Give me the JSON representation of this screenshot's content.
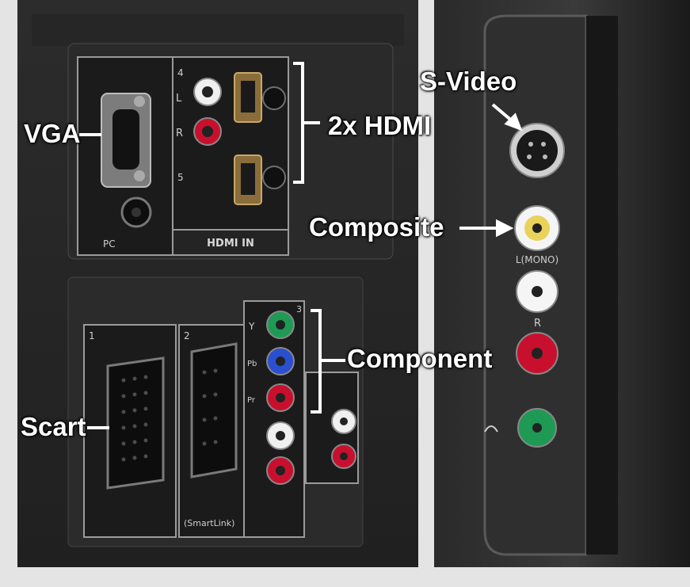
{
  "callouts": {
    "vga": "VGA",
    "hdmi": "2x HDMI",
    "scart": "Scart",
    "component": "Component",
    "svideo": "S-Video",
    "composite": "Composite"
  },
  "panel_labels": {
    "hdmi_in": "HDMI IN",
    "pc": "PC",
    "smartlink": "(SmartLink)",
    "mono": "L(MONO)",
    "audio_l": "L",
    "audio_r": "R",
    "y": "Y",
    "pb": "Pb",
    "pr": "Pr",
    "port_4": "4",
    "port_5": "5",
    "scart_1": "1",
    "scart_2": "2",
    "comp_3": "3"
  },
  "colors": {
    "panel": "#1b1b1b",
    "panel_edge": "#9a9a9a",
    "callout_text": "#ffffff",
    "jack_red": "#c8102e",
    "jack_white": "#f2f2f2",
    "jack_yellow": "#e8d25a",
    "jack_green": "#1e9a55",
    "jack_blue": "#2a4fd0"
  }
}
